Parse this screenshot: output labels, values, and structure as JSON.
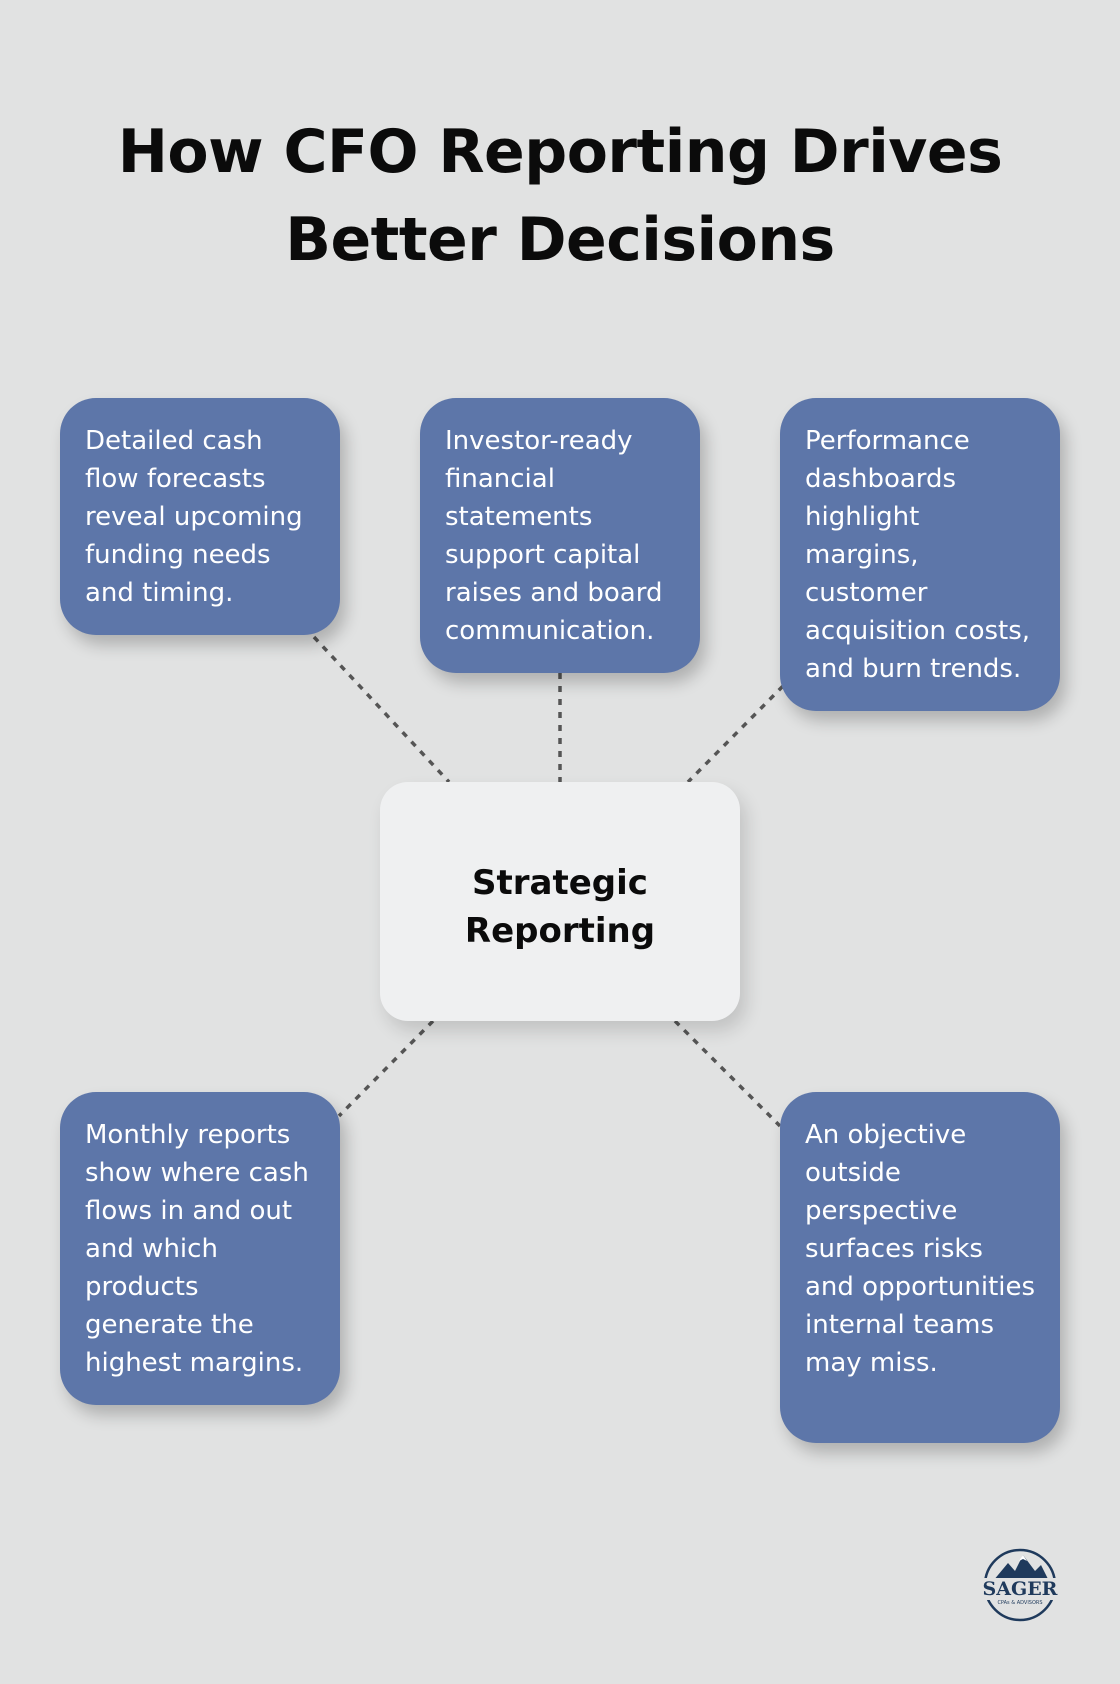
{
  "title": "How CFO Reporting Drives Better Decisions",
  "center": {
    "label": "Strategic Reporting"
  },
  "cards": [
    {
      "text": "Detailed cash flow forecasts reveal upcoming funding needs and timing."
    },
    {
      "text": "Investor-ready financial statements support capital raises and board communication."
    },
    {
      "text": "Performance dashboards highlight margins, customer acquisition costs, and burn trends."
    },
    {
      "text": "Monthly reports show where cash flows in and out and which products generate the highest margins."
    },
    {
      "text": "An objective outside perspective surfaces risks and opportunities internal teams may miss."
    }
  ],
  "logo": {
    "name": "SAGER",
    "tagline": "CPAs & ADVISORS"
  },
  "colors": {
    "background": "#e1e2e2",
    "card": "#5d76a9",
    "center_box": "#eff0f1",
    "connector": "#555555",
    "logo_navy": "#1f3a5c"
  }
}
